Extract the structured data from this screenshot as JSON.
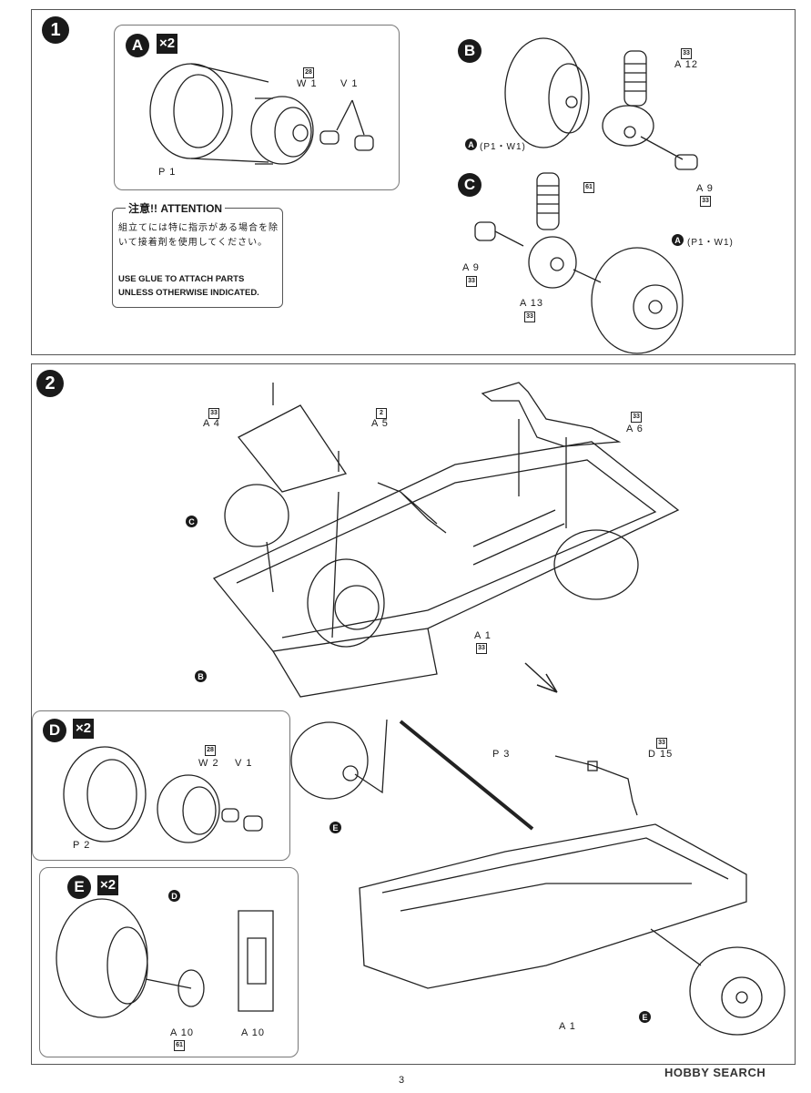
{
  "step1": {
    "number": "1",
    "sub_a": {
      "badge": "A",
      "multiplier": "×2",
      "labels": {
        "tire": "P 1",
        "wheel": "W 1",
        "wheel_code": "28",
        "cap": "V 1"
      }
    },
    "attention": {
      "title": "注意!! ATTENTION",
      "jp_text": "組立てには特に指示がある場合を除いて接着剤を使用してください。",
      "en_line1": "USE GLUE TO ATTACH PARTS",
      "en_line2": "UNLESS OTHERWISE INDICATED."
    },
    "sub_b": {
      "badge": "B",
      "ref": "(P1・W1)",
      "ref_badge": "A",
      "spring_code": "33",
      "spring": "A 12",
      "bolt": "A 9",
      "bolt_code": "33",
      "arm_code": "61"
    },
    "sub_c": {
      "badge": "C",
      "ref": "(P1・W1)",
      "ref_badge": "A",
      "bolt": "A 9",
      "bolt_code": "33",
      "hub": "A 13",
      "hub_code": "33"
    }
  },
  "step2": {
    "number": "2",
    "parts": {
      "a4": "A 4",
      "a4_code": "33",
      "a5": "A 5",
      "a5_code": "2",
      "a6": "A 6",
      "a6_code": "33",
      "a1": "A 1",
      "a1_code": "33",
      "ref_c": "C",
      "ref_b": "B",
      "ref_e1": "E",
      "ref_e2": "E",
      "p3": "P 3",
      "d15": "D 15",
      "d15_code": "33",
      "a1_lower": "A 1"
    },
    "sub_d": {
      "badge": "D",
      "multiplier": "×2",
      "tire": "P 2",
      "wheel": "W 2",
      "wheel_code": "28",
      "cap": "V 1"
    },
    "sub_e": {
      "badge": "E",
      "multiplier": "×2",
      "ref": "D",
      "part1": "A 10",
      "part1_code": "61",
      "part2": "A 10"
    }
  },
  "footer": {
    "page": "3",
    "watermark": "HOBBY SEARCH"
  }
}
